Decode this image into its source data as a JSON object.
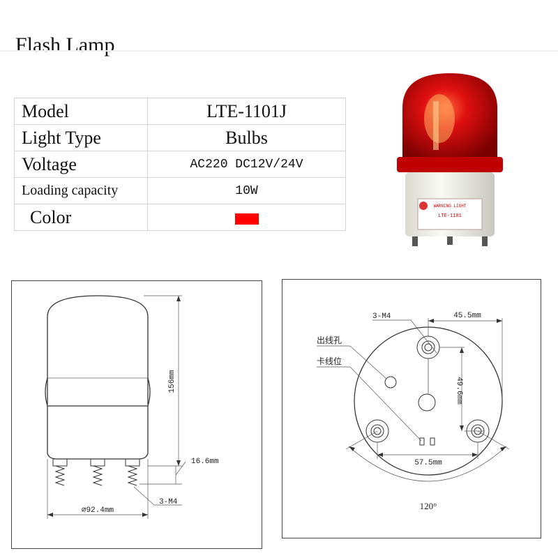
{
  "title": "Flash Lamp",
  "specs": [
    {
      "label": "Model",
      "value": "LTE-1101J"
    },
    {
      "label": "Light Type",
      "value": "Bulbs"
    },
    {
      "label": "Voltage",
      "value": "AC220 DC12V/24V"
    },
    {
      "label": "Loading capacity",
      "value": "10W"
    },
    {
      "label": "Color",
      "value": ""
    }
  ],
  "color_swatch": "#ff0000",
  "product_label": {
    "header": "WARNING LIGHT",
    "model": "LTE-1101"
  },
  "side_view": {
    "height": "156mm",
    "base_height": "16.6mm",
    "diameter": "⌀92.4mm",
    "screws": "3-M4"
  },
  "bottom_view": {
    "screws": "3-M4",
    "outlet_hole": "出线孔",
    "wire_slot": "卡线位",
    "offset_x": "45.5mm",
    "offset_y": "49.6mm",
    "spacing": "57.5mm",
    "angle": "120°"
  }
}
